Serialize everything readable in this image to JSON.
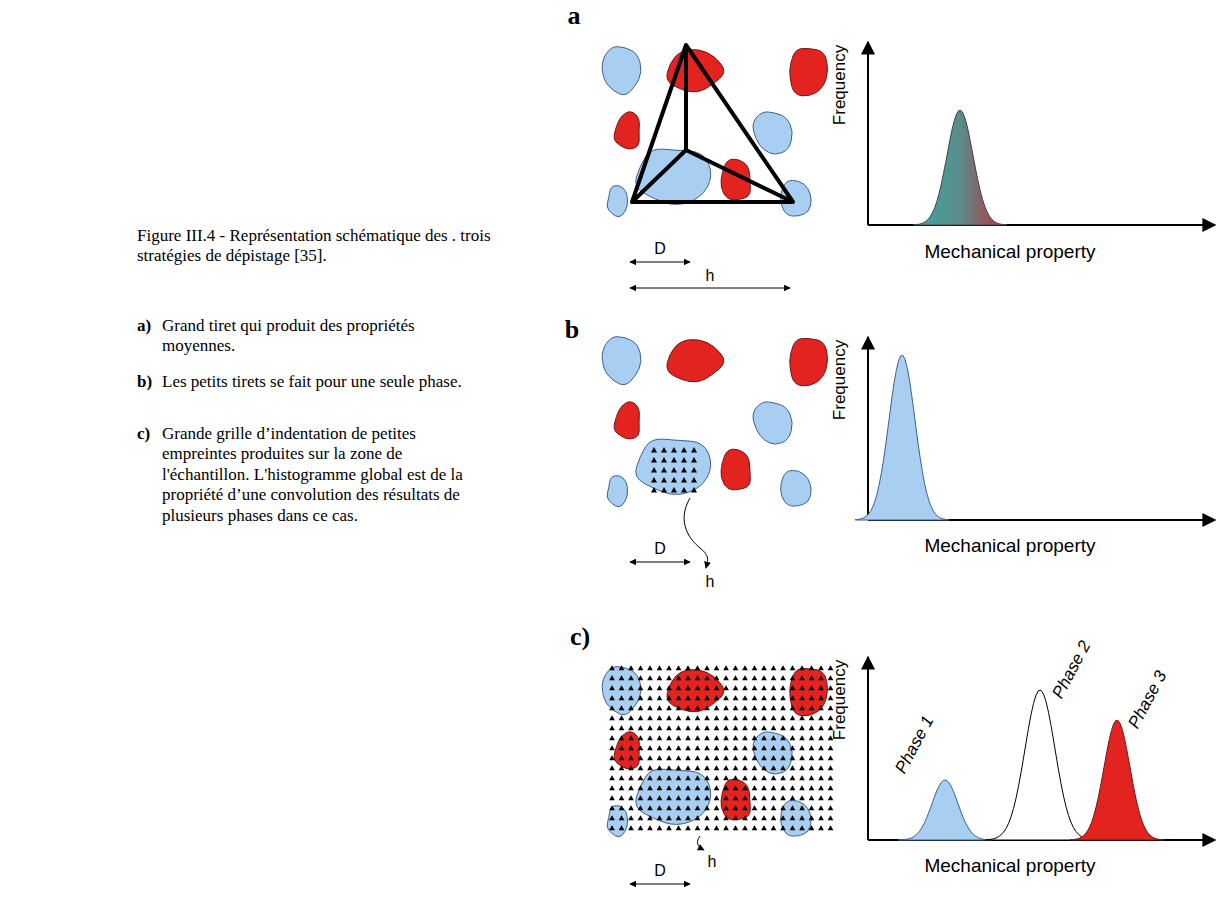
{
  "diagram": {
    "caption": "Figure III.4 - Représentation schématique des . trois stratégies de dépistage [35].",
    "labels": [
      "a)",
      "Grand tiret qui produit des propriétés moyennes.",
      "b)",
      "Les petits tirets se fait pour une seule phase.",
      "c)",
      "Grande grille d’indentation de petites empreintes produites sur la zone de l'échantillon. L'histogramme global est de la propriété d’une convolution des résultats de plusieurs phases dans ce cas.",
      "a",
      "D",
      "h",
      "Frequency",
      "Mechanical property",
      "b",
      "D",
      "h",
      "Frequency",
      "Mechanical property",
      "c)",
      "D",
      "h",
      "Frequency",
      "Mechanical property",
      "Phase 1",
      "Phase 2",
      "Phase 3"
    ]
  }
}
